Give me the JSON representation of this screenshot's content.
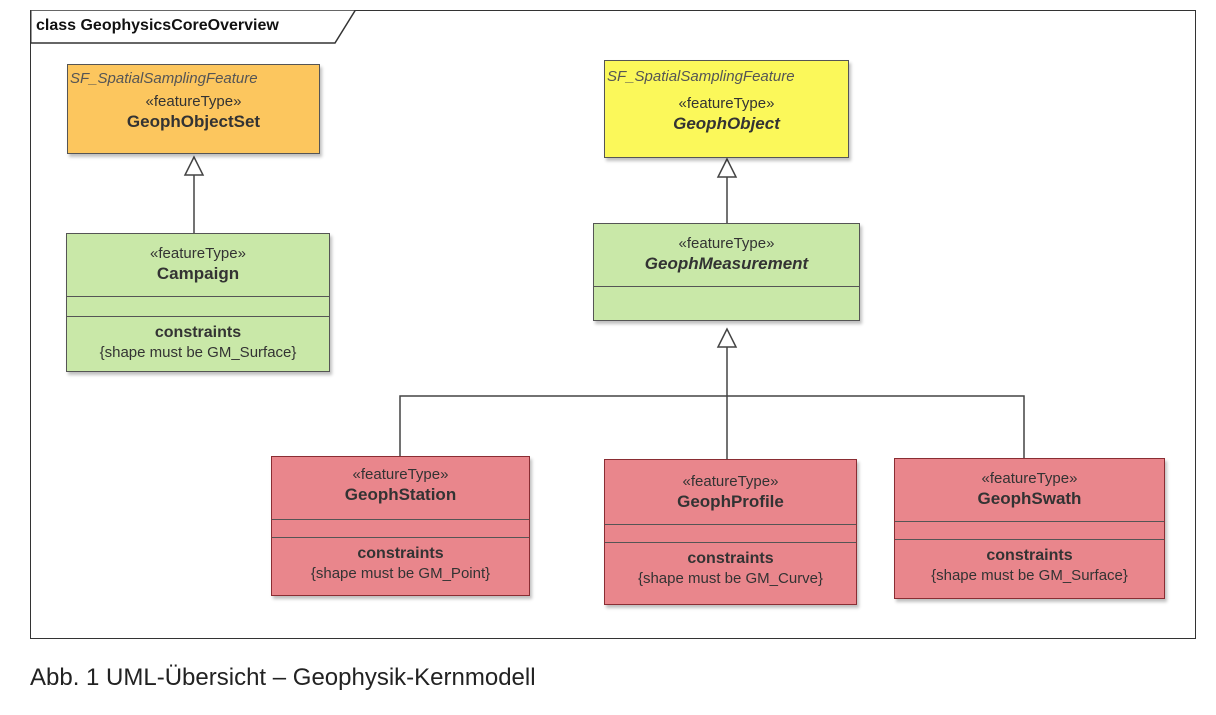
{
  "diagram": {
    "frame_label": "class GeophysicsCoreOverview",
    "classes": {
      "geoph_object_set": {
        "superclass": "SF_SpatialSamplingFeature",
        "stereotype": "«featureType»",
        "name": "GeophObjectSet",
        "color": "#fcc65e"
      },
      "geoph_object": {
        "superclass": "SF_SpatialSamplingFeature",
        "stereotype": "«featureType»",
        "name": "GeophObject",
        "color": "#fbf85a"
      },
      "campaign": {
        "stereotype": "«featureType»",
        "name": "Campaign",
        "constraints_title": "constraints",
        "constraint": "{shape must be GM_Surface}",
        "color": "#c9e8a8"
      },
      "geoph_measurement": {
        "stereotype": "«featureType»",
        "name": "GeophMeasurement",
        "color": "#c9e8a8"
      },
      "geoph_station": {
        "stereotype": "«featureType»",
        "name": "GeophStation",
        "constraints_title": "constraints",
        "constraint": "{shape must be GM_Point}",
        "color": "#e9868c"
      },
      "geoph_profile": {
        "stereotype": "«featureType»",
        "name": "GeophProfile",
        "constraints_title": "constraints",
        "constraint": "{shape must be GM_Curve}",
        "color": "#e9868c"
      },
      "geoph_swath": {
        "stereotype": "«featureType»",
        "name": "GeophSwath",
        "constraints_title": "constraints",
        "constraint": "{shape must be GM_Surface}",
        "color": "#e9868c"
      }
    },
    "generalizations": [
      {
        "from": "Campaign",
        "to": "GeophObjectSet"
      },
      {
        "from": "GeophMeasurement",
        "to": "GeophObject"
      },
      {
        "from": "GeophStation",
        "to": "GeophMeasurement"
      },
      {
        "from": "GeophProfile",
        "to": "GeophMeasurement"
      },
      {
        "from": "GeophSwath",
        "to": "GeophMeasurement"
      }
    ]
  },
  "caption": "Abb. 1 UML-Übersicht – Geophysik-Kernmodell"
}
